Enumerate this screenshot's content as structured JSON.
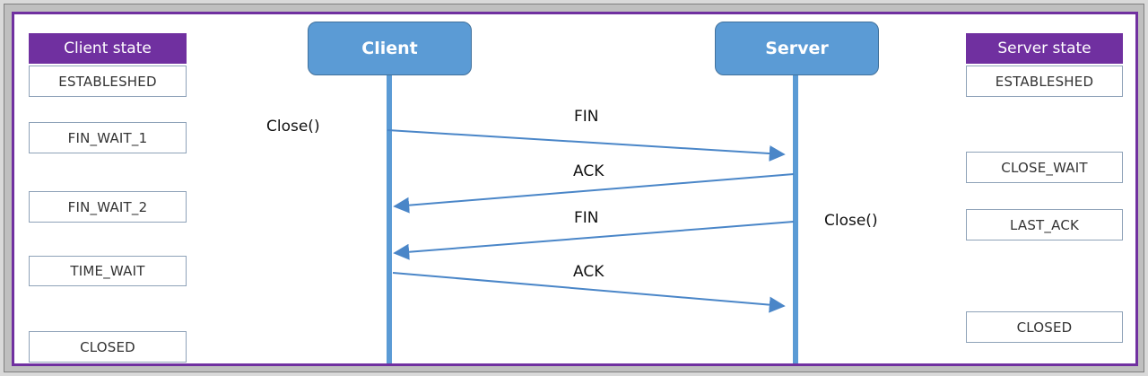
{
  "left_column": {
    "header": "Client state",
    "states": [
      "ESTABLESHED",
      "FIN_WAIT_1",
      "FIN_WAIT_2",
      "TIME_WAIT",
      "CLOSED"
    ]
  },
  "right_column": {
    "header": "Server state",
    "states": [
      "ESTABLESHED",
      "CLOSE_WAIT",
      "LAST_ACK",
      "CLOSED"
    ]
  },
  "actors": {
    "client": "Client",
    "server": "Server"
  },
  "calls": {
    "client_close": "Close()",
    "server_close": "Close()"
  },
  "messages": [
    {
      "label": "FIN",
      "from": "client",
      "to": "server"
    },
    {
      "label": "ACK",
      "from": "server",
      "to": "client"
    },
    {
      "label": "FIN",
      "from": "server",
      "to": "client"
    },
    {
      "label": "ACK",
      "from": "client",
      "to": "server"
    }
  ],
  "colors": {
    "header_bg": "#7030a0",
    "actor_bg": "#5b9bd5",
    "line": "#5b9bd5",
    "arrow": "#4a86c8"
  }
}
